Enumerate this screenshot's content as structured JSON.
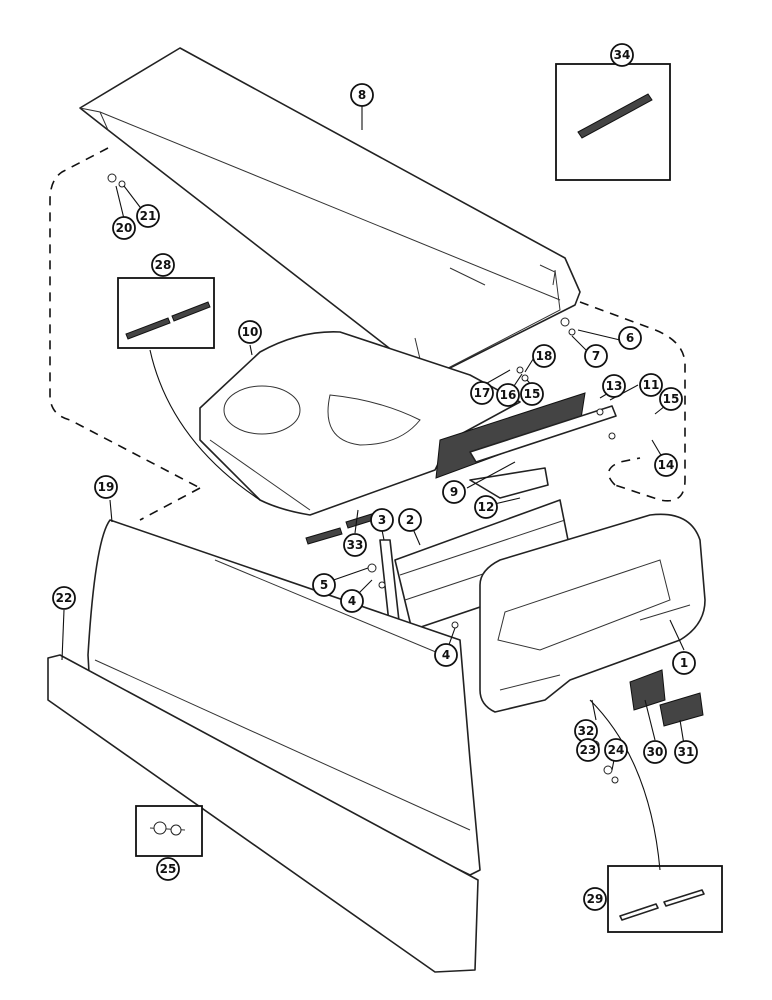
{
  "callouts": {
    "c1": "1",
    "c2": "2",
    "c3": "3",
    "c4a": "4",
    "c4b": "4",
    "c5": "5",
    "c6": "6",
    "c7": "7",
    "c8": "8",
    "c9": "9",
    "c10": "10",
    "c11": "11",
    "c12": "12",
    "c13": "13",
    "c14": "14",
    "c15a": "15",
    "c15b": "15",
    "c16": "16",
    "c17": "17",
    "c18": "18",
    "c19": "19",
    "c20": "20",
    "c21": "21",
    "c22": "22",
    "c23": "23",
    "c24": "24",
    "c25": "25",
    "c28": "28",
    "c29": "29",
    "c30": "30",
    "c31": "31",
    "c32": "32",
    "c33": "33",
    "c34": "34"
  }
}
